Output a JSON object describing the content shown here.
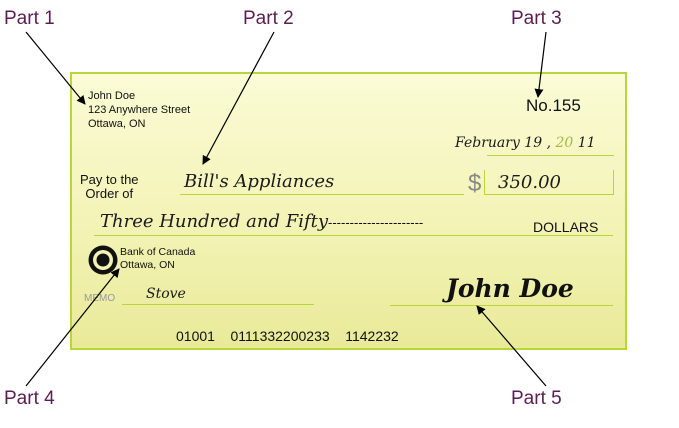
{
  "labels": {
    "part1": "Part 1",
    "part2": "Part 2",
    "part3": "Part 3",
    "part4": "Part 4",
    "part5": "Part 5"
  },
  "cheque": {
    "payer_name": "John Doe",
    "payer_street": "123 Anywhere Street",
    "payer_city": "Ottawa, ON",
    "number_prefix": "No.",
    "number": "155",
    "date_month_day": "February 19",
    "date_sep": ",",
    "date_century": "20",
    "date_year": "11",
    "pay_to_line1": "Pay to the",
    "pay_to_line2": "Order of",
    "payee": "Bill's Appliances",
    "currency_symbol": "$",
    "amount": "350.00",
    "amount_words": "Three Hundred and Fifty",
    "dash_fill": "----------------------",
    "dollars": "DOLLARS",
    "bank_name": "Bank of Canada",
    "bank_city": "Ottawa, ON",
    "memo_label": "MEMO",
    "memo": "Stove",
    "signature": "John Doe",
    "micr_transit": "01001",
    "micr_account": "0111332200233",
    "micr_cheque": "1142232"
  },
  "colors": {
    "label_text": "#5a1e52",
    "cheque_border": "#b6d63a",
    "cheque_fill": "#f3f3b6"
  }
}
